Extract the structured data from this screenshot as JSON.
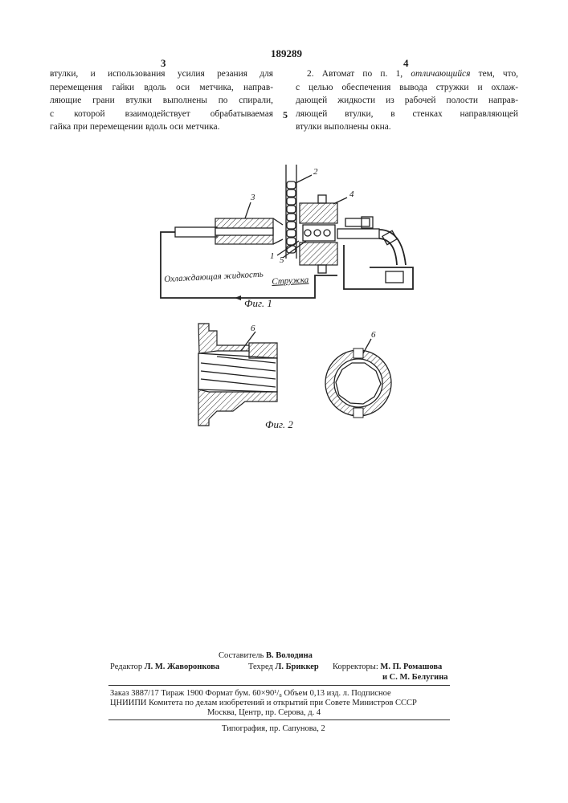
{
  "header": {
    "patent_number": "189289",
    "page_left": "3",
    "page_right": "4"
  },
  "left_column": {
    "lines": [
      "втулки, и использования усилия резания для",
      "перемещения гайки вдоль оси метчика, направ-",
      "ляющие грани втулки выполнены по спирали,",
      "с которой взаимодействует обрабатываемая",
      "гайка при перемещении вдоль оси метчика."
    ]
  },
  "right_column": {
    "claim_intro": "2. Автомат по п. 1, ",
    "claim_italic": "отличающийся",
    "claim_rest": " тем, что,",
    "lines": [
      "с целью обеспечения вывода стружки и охлаж-",
      "дающей жидкости из рабочей полости направ-",
      "ляющей    втулки,  в  стенках   направляющей",
      "втулки выполнены окна."
    ],
    "line_marker": "5"
  },
  "figure1": {
    "caption": "Фиг. 1",
    "label_1": "1",
    "label_2": "2",
    "label_3": "3",
    "label_4": "4",
    "label_5": "5",
    "flow_label_coolant": "Охлаждающая жидкость",
    "flow_label_chips": "Стружка"
  },
  "figure2": {
    "caption": "Фиг. 2",
    "label_6a": "6",
    "label_6b": "6"
  },
  "credits": {
    "compiler_label": "Составитель",
    "compiler_name": "В. Володина",
    "editor_label": "Редактор",
    "editor_name": "Л. М. Жаворонкова",
    "techred_label": "Техред",
    "techred_name": "Л. Бриккер",
    "correctors_label": "Корректоры:",
    "corrector_1": "М. П. Ромашова",
    "corrector_2": "и С. М. Белугина",
    "order_line": "Заказ 3887/17    Тираж 1900    Формат бум. 60×90¹/₈    Объем 0,13 изд. л.    Подписное",
    "org_line": "ЦНИИПИ Комитета по делам изобретений и открытий при Совете Министров СССР",
    "address_line": "Москва, Центр, пр. Серова, д. 4",
    "printer_line": "Типография, пр. Сапунова, 2"
  }
}
